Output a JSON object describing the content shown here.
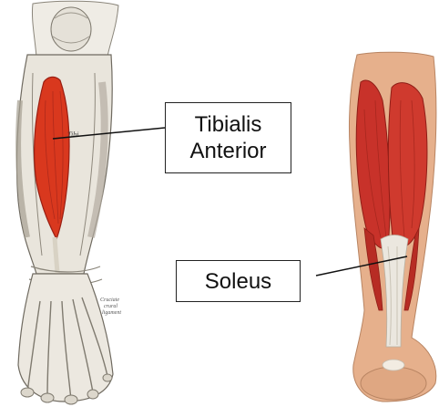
{
  "labels": {
    "tibialis": {
      "line1": "Tibialis",
      "line2": "Anterior"
    },
    "soleus": {
      "text": "Soleus"
    }
  },
  "illustration_texts": {
    "left_leg_marker": "Tibi",
    "left_leg_ligament_1": "Cruciate",
    "left_leg_ligament_2": "crural",
    "left_leg_ligament_3": "ligament"
  },
  "colors": {
    "muscle_red": "#d9381e",
    "muscle_dark": "#9a1e12",
    "tendon": "#e9e6de",
    "skin": "#e6b08c",
    "bone": "#d9d4c8",
    "line": "#111111"
  }
}
